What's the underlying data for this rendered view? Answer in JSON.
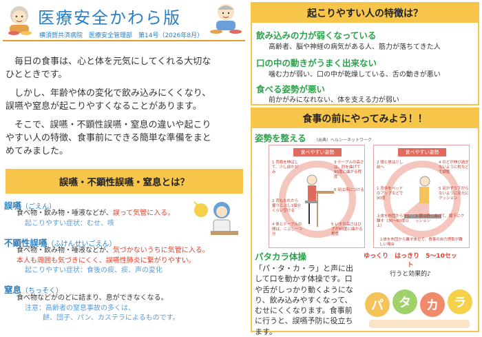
{
  "header": {
    "title": "医療安全かわら版",
    "subtitle": "横須賀共済病院　医療安全管理部　第14号（2026年8月）"
  },
  "intro": [
    "毎日の食事は、心と体を元気にしてくれる大切なひとときです。",
    "しかし、年齢や体の変化で飲み込みにくくなり、誤嚥や窒息が起こりやすくなることがあります。",
    "そこで、誤嚥・不顕性誤嚥・窒息の違いや起こりやすい人の特徴、食事前にできる簡単な準備をまとめてみました。"
  ],
  "section1": {
    "heading": "誤嚥・不顕性誤嚥・窒息とは？",
    "terms": [
      {
        "name": "誤嚥",
        "yomi": "（ごえん）",
        "line1_a": "食べ物・飲み物・唾液などが、",
        "line1_red": "誤って気管に入る。",
        "line2": "起こりやすい症状：むせ、咳"
      },
      {
        "name": "不顕性誤嚥",
        "yomi": "（ふけんせいごえん）",
        "line1_a": "食べ物・飲み物・唾液などが、",
        "line1_red": "気づかないうちに気管に入る。",
        "line2_red": "本人も周囲も気づきにくく、誤嚥性肺炎に繋がりやすい。",
        "line3": "起こりやすい症状：食後の痰、痰、声の変化"
      },
      {
        "name": "窒息",
        "yomi": "（ちっそく）",
        "line1_a": "食べ物などがのどに詰まり、息ができなくなる。",
        "line2": "注意：高齢者の窒息事故の多くは、",
        "line3": "餅、団子、パン、カステラによるものです。"
      }
    ]
  },
  "section2": {
    "heading": "起こりやすい人の特徴は？",
    "features": [
      {
        "title": "飲み込みの力が弱くなっている",
        "desc": "高齢者、脳や神経の病気がある人、筋力が落ちてきた人"
      },
      {
        "title": "口の中の動きがうまく出来ない",
        "desc": "噛む力が弱い、口の中が乾燥している、舌の動きが悪い"
      },
      {
        "title": "食べる姿勢が悪い",
        "desc": "前かがみになれない、体を支える力が弱い"
      }
    ]
  },
  "section3": {
    "heading": "食事の前にやってみよう！！",
    "posture_title": "姿勢を整える",
    "source": "（出典）ヘルシーネットワーク",
    "card_title": "食べやすい姿勢",
    "card1_notes": [
      "1 背筋を伸ばして、少し前かがみ",
      "3 テーブルの高さは、肘を曲げて90度に曲がる程度",
      "6 足は床につける",
      "2 背もたれから握りこぶし1個分くらい空ける",
      "4 体とテーブルの間は、こぶし一つ分",
      "5 いすの高さはひざが90度に曲がる程度"
    ],
    "card2_notes": [
      "2 頭と体は少し前へ",
      "4 のどが伸び過ぎないように枕などで調整",
      "1 背中をベッドのアップなどで90度",
      "5 足がずり下がらないように足元にクッション",
      "3 膝は軽く曲げて、膝下にクッション",
      "上体を布団から少し離す（30〜60度以上）"
    ],
    "card2_footer": "上体を布団から離す体位で、食事の自力摂取が難しい場合",
    "patakara_title": "パタカラ体操",
    "patakara_desc": "「パ・タ・カ・ラ」と声に出して口を動かす体操です。口や舌がしっかり動くようになり、飲み込みやすくなって、むせにくくなります。食事前に行うと、誤嚥予防に役立ちます。",
    "bubble_line1": "ゆっくり　はっきり　5〜10セット",
    "bubble_line2": "行うと効果的♪",
    "patakara_chars": [
      "パ",
      "タ",
      "カ",
      "ラ"
    ]
  },
  "colors": {
    "title_blue": "#2a7fc4",
    "accent_yellow": "#f6c54a",
    "green": "#2aa34a",
    "red": "#e0402c"
  }
}
